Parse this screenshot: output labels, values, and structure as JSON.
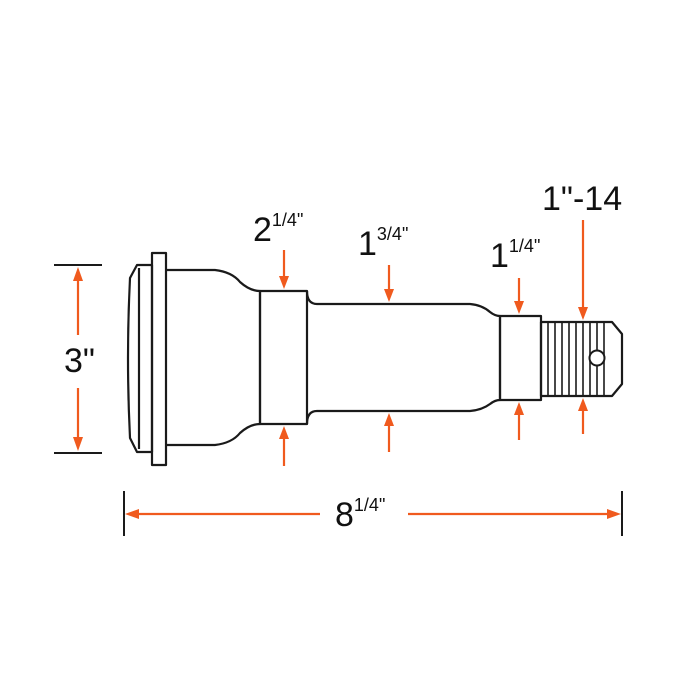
{
  "diagram": {
    "subject": "trailer axle spindle",
    "colors": {
      "outline": "#1a1a1a",
      "dimension_arrow": "#f05a1e",
      "background": "#ffffff"
    },
    "dimensions": {
      "flange_height": {
        "main": "3",
        "frac": "",
        "unit": "\""
      },
      "collar_diameter": {
        "main": "2",
        "frac": "1/4",
        "unit": "\""
      },
      "shaft_diameter": {
        "main": "1",
        "frac": "3/4",
        "unit": "\""
      },
      "bearing_seat_diameter": {
        "main": "1",
        "frac": "1/4",
        "unit": "\""
      },
      "thread_spec": {
        "text": "1\"-14"
      },
      "overall_length": {
        "main": "8",
        "frac": "1/4",
        "unit": "\""
      }
    }
  }
}
